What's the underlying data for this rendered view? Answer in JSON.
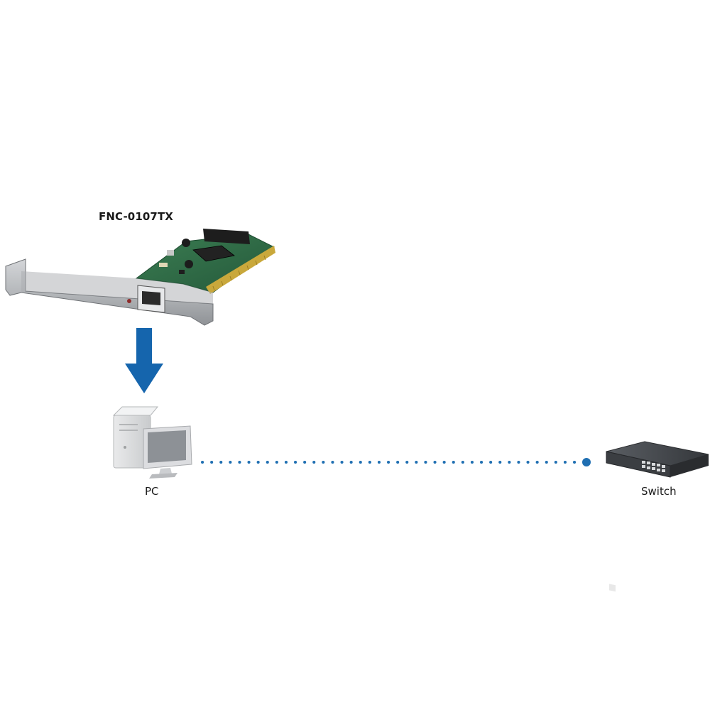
{
  "diagram": {
    "product_model": "FNC-0107TX",
    "pc_label": "PC",
    "switch_label": "Switch"
  },
  "colors": {
    "accent_blue": "#1565ad",
    "dot_blue": "#1f6fb2",
    "pcb_green": "#2f6e45",
    "bracket_silver": "#b7b9bc"
  },
  "icons": {
    "network_card": "network-card-icon",
    "arrow": "arrow-down-icon",
    "pc": "pc-icon",
    "switch": "network-switch-icon"
  }
}
